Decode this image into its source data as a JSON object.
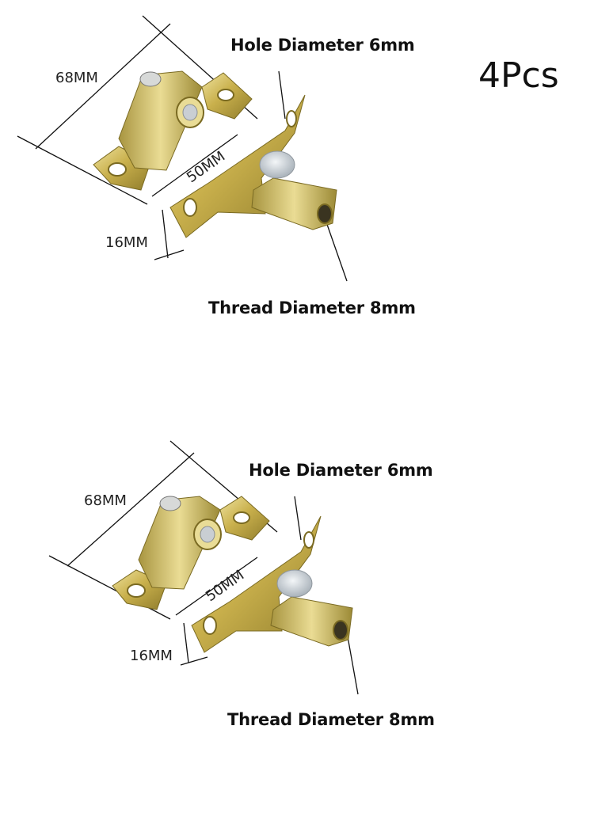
{
  "quantity_label": "4Pcs",
  "figures": [
    {
      "dim_length": "68MM",
      "dim_plate": "50MM",
      "dim_width": "16MM",
      "hole_label": "Hole Diameter 6mm",
      "thread_label": "Thread Diameter 8mm"
    },
    {
      "dim_length": "68MM",
      "dim_plate": "50MM",
      "dim_width": "16MM",
      "hole_label": "Hole Diameter 6mm",
      "thread_label": "Thread Diameter 8mm"
    }
  ],
  "colors": {
    "brass_light": "#e8d98a",
    "brass_mid": "#c8b04a",
    "brass_dark": "#8a7a2a",
    "cap_silver": "#d8dde2"
  }
}
